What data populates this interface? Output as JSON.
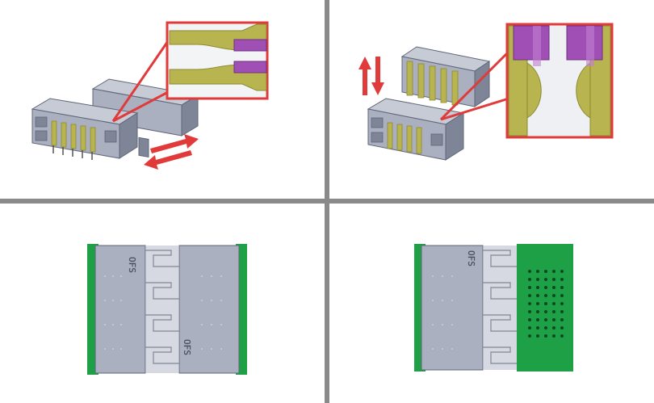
{
  "figure": {
    "panels": [
      {
        "id": "isometric-slide-mate"
      },
      {
        "id": "isometric-vertical-mate"
      },
      {
        "id": "top-view-mated"
      },
      {
        "id": "top-view-pcb-footprint"
      }
    ],
    "pin_marking_label": "OFS",
    "colors": {
      "housing": "#aab0c0",
      "housing_dark": "#7d8597",
      "housing_edge": "#5f6677",
      "contact": "#b8b450",
      "contact_dark": "#8e8a30",
      "contact_tip": "#a050b4",
      "callout": "#e03a3a",
      "pcb": "#1ea046",
      "pad": "#0b4a20",
      "divider": "#8a8a8a"
    }
  }
}
